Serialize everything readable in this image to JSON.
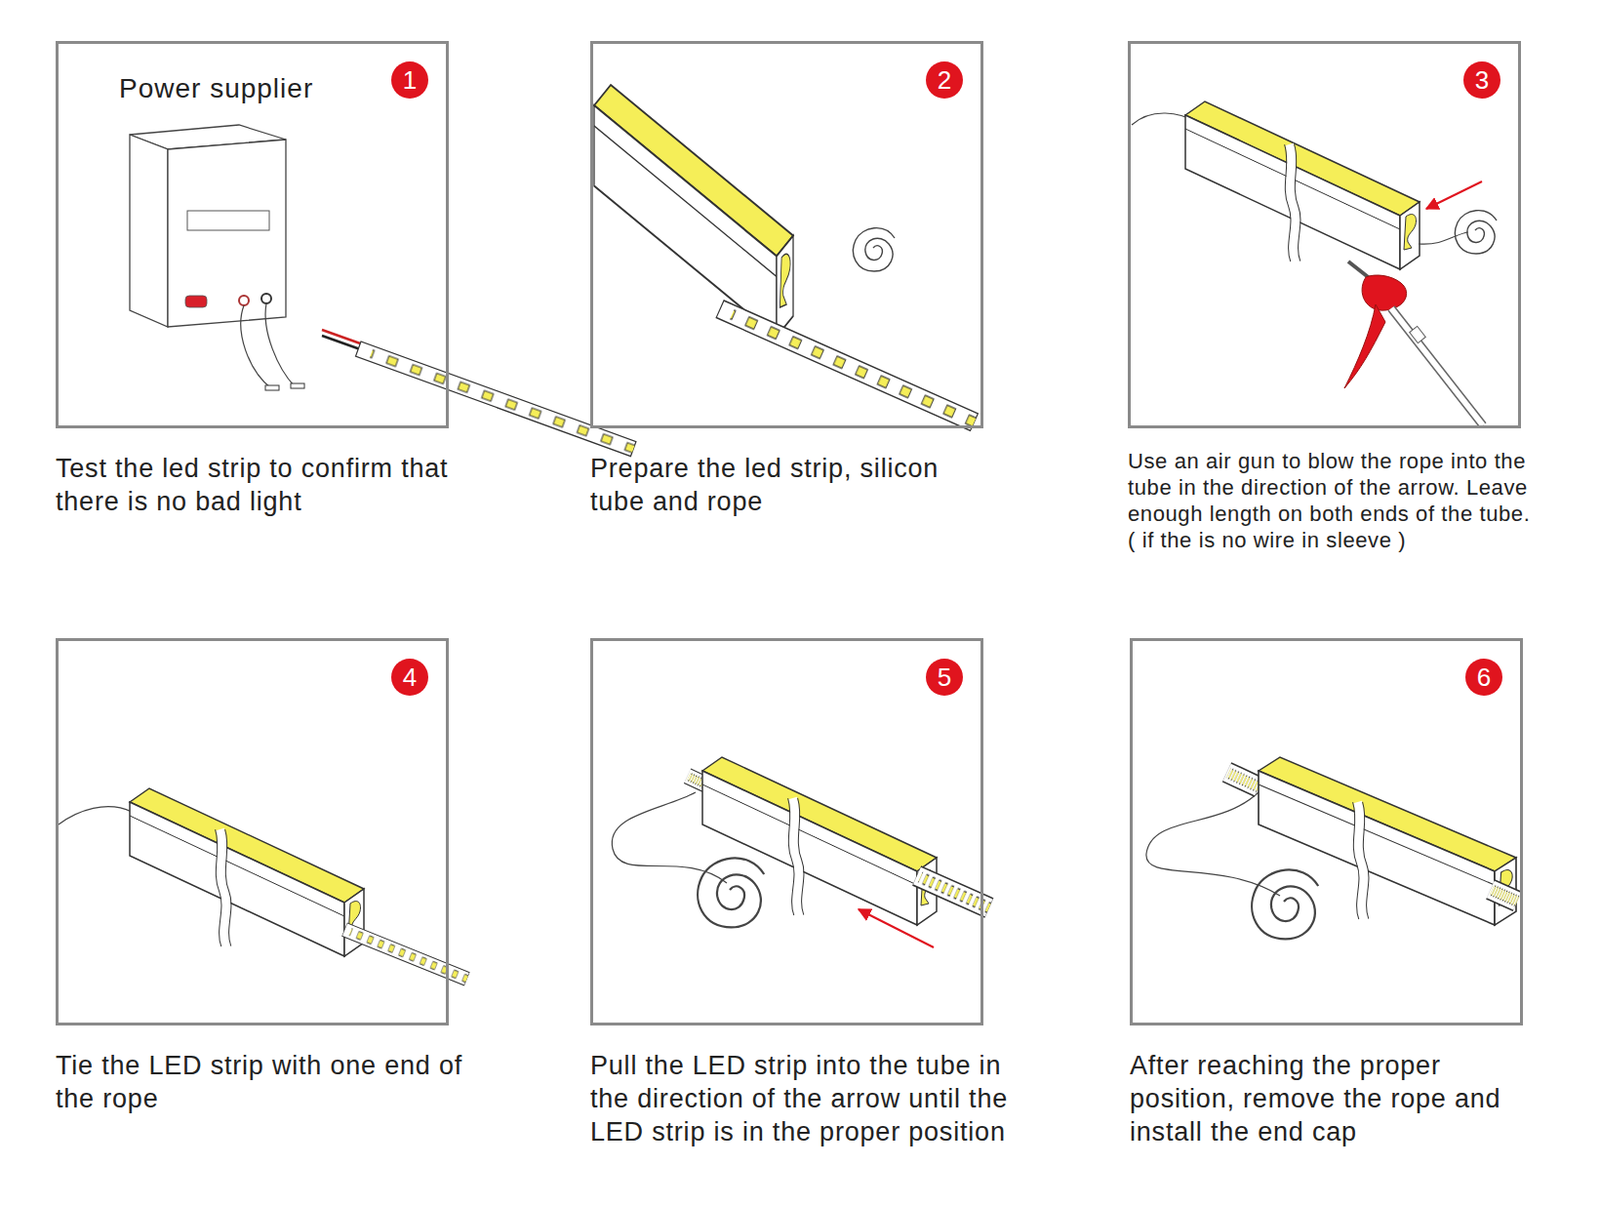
{
  "diagram": {
    "nodes": [
      {
        "text": [
          "1",
          "Power supplier",
          "Test the led strip to confirm that there is no bad light"
        ]
      },
      {
        "text": [
          "2",
          "Prepare the led strip, silicon tube and rope"
        ]
      },
      {
        "text": [
          "3",
          "Use an air gun to blow the rope into the tube in the direction of the arrow. Leave enough length on both ends of the tube.",
          "( if the is no wire in sleeve )"
        ]
      },
      {
        "text": [
          "4",
          "Tie the LED strip with one end of the rope"
        ]
      },
      {
        "text": [
          "5",
          "Pull the LED strip into the tube in the direction of the arrow until the LED strip is in the proper position"
        ]
      },
      {
        "text": [
          "6",
          "After reaching the proper position, remove the rope and install the end cap"
        ]
      }
    ]
  }
}
